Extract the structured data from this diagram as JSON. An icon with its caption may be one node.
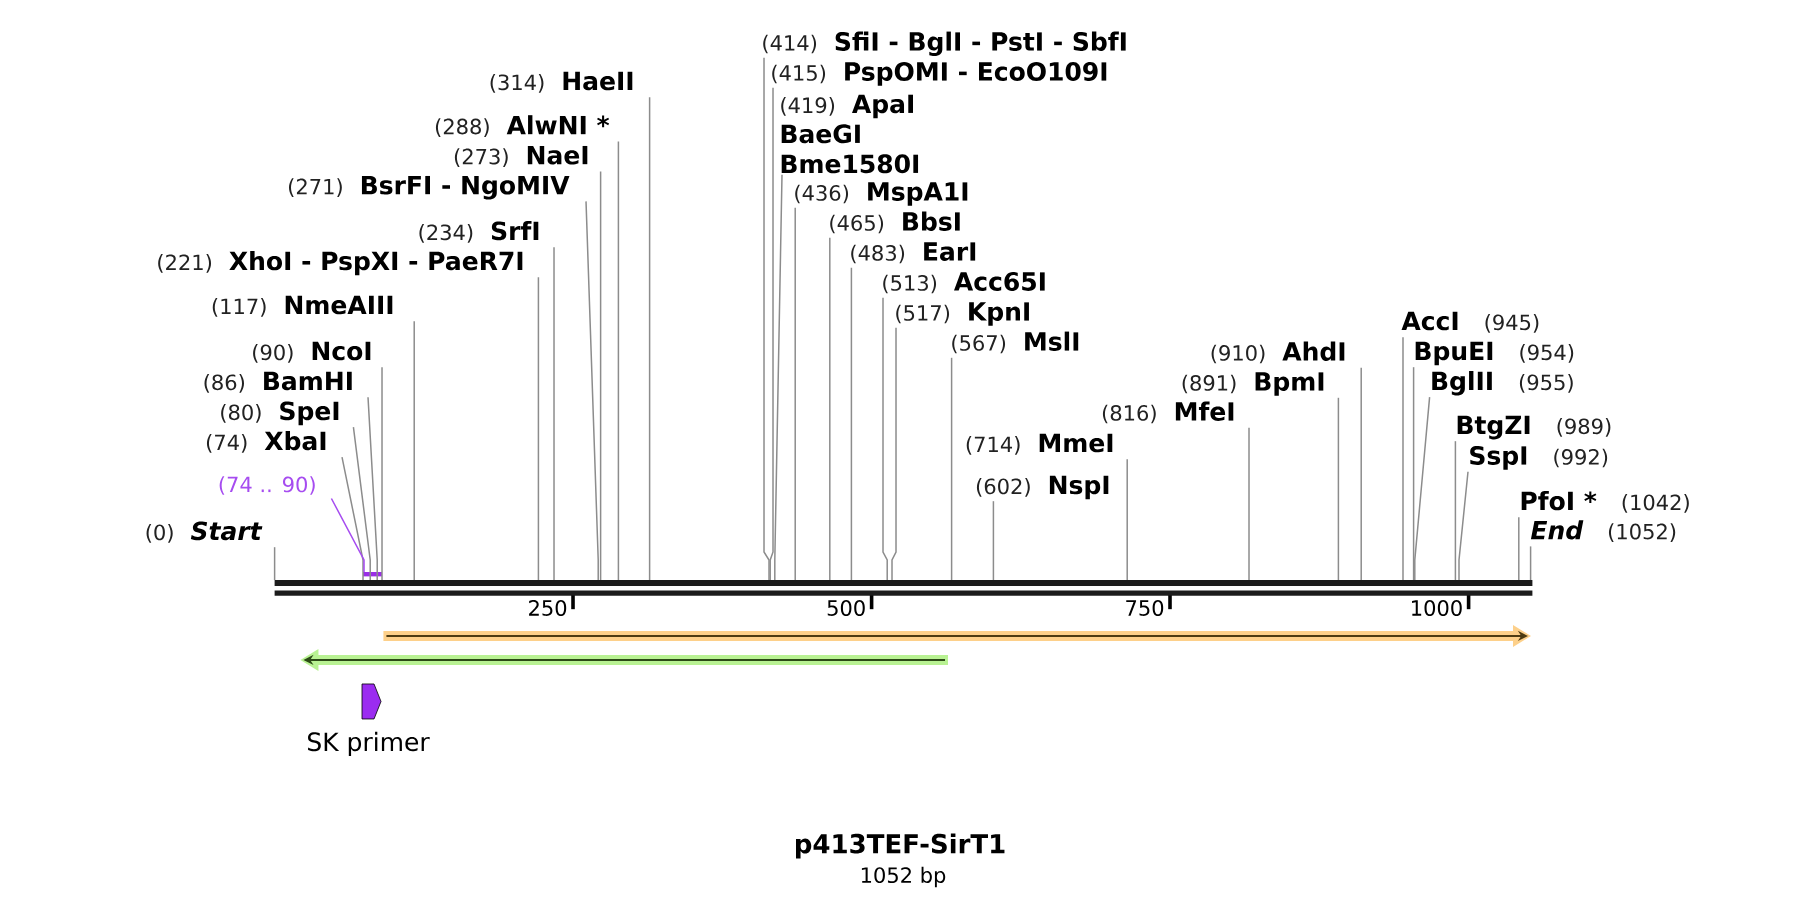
{
  "diagram": {
    "title": "p413TEF-SirT1",
    "caption": "1052 bp",
    "nodes": [
      {
        "text": [
          "(314)",
          "HaeII"
        ]
      },
      {
        "text": [
          "(288)",
          "AlwNI *"
        ]
      },
      {
        "text": [
          "(273)",
          "NaeI"
        ]
      },
      {
        "text": [
          "(517)",
          "KpnI"
        ]
      },
      {
        "text": [
          "(271)",
          "BsrFI - NgoMIV"
        ]
      },
      {
        "text": [
          "(513)",
          "Acc65I"
        ]
      },
      {
        "text": [
          "(234)",
          "SrfI"
        ]
      },
      {
        "text": [
          "(483)",
          "EarI"
        ]
      },
      {
        "text": [
          "(221)",
          "XhoI - PspXI - PaeR7I"
        ]
      },
      {
        "text": [
          "(465)",
          "BbsI"
        ]
      },
      {
        "text": [
          "(117)",
          "NmeAIII"
        ]
      },
      {
        "text": [
          "(436)",
          "MspA1I"
        ]
      },
      {
        "text": [
          "AccI",
          "(945)"
        ]
      },
      {
        "text": [
          "(90)",
          "NcoI"
        ]
      },
      {
        "text": [
          "BpuEI",
          "(954)"
        ]
      },
      {
        "text": [
          "(86)",
          "BamHI"
        ]
      },
      {
        "text": [
          "BglII",
          "(955)"
        ]
      },
      {
        "text": [
          "(80)",
          "SpeI"
        ]
      },
      {
        "text": [
          "(419)",
          "ApaI",
          "BaeGI",
          "Bme1580I"
        ]
      },
      {
        "text": [
          "BtgZI",
          "(989)"
        ]
      },
      {
        "text": [
          "(74)",
          "XbaI"
        ]
      },
      {
        "text": [
          "(714)",
          "MmeI"
        ]
      },
      {
        "text": [
          "(910)",
          "AhdI"
        ]
      },
      {
        "text": [
          "SspI",
          "(992)"
        ]
      },
      {
        "text": [
          "(74 .. 90)"
        ]
      },
      {
        "text": [
          "(602)",
          "NspI"
        ]
      },
      {
        "text": [
          "(891)",
          "BpmI"
        ]
      },
      {
        "text": [
          "(415)",
          "PspOMI - EcoO109I"
        ]
      },
      {
        "text": [
          "PfoI *",
          "(1042)"
        ]
      },
      {
        "text": [
          "(0)",
          "Start"
        ]
      },
      {
        "text": [
          "(414)",
          "SfiI - BglI - PstI - SbfI"
        ]
      },
      {
        "text": [
          "(567)",
          "MslI"
        ]
      },
      {
        "text": [
          "(816)",
          "MfeI"
        ]
      },
      {
        "text": [
          "End",
          "(1052)"
        ]
      },
      {
        "text": [],
        "shape": "bar"
      },
      {
        "text": [],
        "shape": "bar"
      },
      {
        "text": [],
        "shape": "arrow"
      },
      {
        "text": [],
        "shape": "arrow"
      },
      {
        "text": [
          "SK primer"
        ]
      }
    ],
    "edges": [
      {
        "from": 0,
        "to": 35,
        "arrow": "none"
      },
      {
        "from": 1,
        "to": 35,
        "arrow": "none"
      },
      {
        "from": 2,
        "to": 35,
        "arrow": "none"
      },
      {
        "from": 3,
        "to": 35,
        "arrow": "none"
      },
      {
        "from": 4,
        "to": 35,
        "arrow": "none"
      },
      {
        "from": 5,
        "to": 35,
        "arrow": "none"
      },
      {
        "from": 6,
        "to": 35,
        "arrow": "none"
      },
      {
        "from": 7,
        "to": 35,
        "arrow": "none"
      },
      {
        "from": 8,
        "to": 35,
        "arrow": "none"
      },
      {
        "from": 9,
        "to": 35,
        "arrow": "none"
      },
      {
        "from": 10,
        "to": 35,
        "arrow": "none"
      },
      {
        "from": 11,
        "to": 35,
        "arrow": "none"
      },
      {
        "from": 12,
        "to": 35,
        "arrow": "none"
      },
      {
        "from": 13,
        "to": 35,
        "arrow": "none"
      },
      {
        "from": 14,
        "to": 35,
        "arrow": "none"
      },
      {
        "from": 15,
        "to": 35,
        "arrow": "none"
      },
      {
        "from": 16,
        "to": 35,
        "arrow": "none"
      },
      {
        "from": 17,
        "to": 35,
        "arrow": "none"
      },
      {
        "from": 18,
        "to": 35,
        "arrow": "none"
      },
      {
        "from": 19,
        "to": 35,
        "arrow": "none"
      },
      {
        "from": 20,
        "to": 35,
        "arrow": "none"
      },
      {
        "from": 21,
        "to": 35,
        "arrow": "none"
      },
      {
        "from": 22,
        "to": 35,
        "arrow": "none"
      },
      {
        "from": 23,
        "to": 35,
        "arrow": "none"
      },
      {
        "from": 24,
        "to": 34,
        "arrow": "none",
        "color": "#a64cf0"
      },
      {
        "from": 25,
        "to": 35,
        "arrow": "none"
      },
      {
        "from": 26,
        "to": 35,
        "arrow": "none"
      },
      {
        "from": 27,
        "to": 35,
        "arrow": "none"
      },
      {
        "from": 28,
        "to": 35,
        "arrow": "none"
      },
      {
        "from": 29,
        "to": 35,
        "arrow": "none"
      },
      {
        "from": 30,
        "to": 35,
        "arrow": "none"
      },
      {
        "from": 31,
        "to": 35,
        "arrow": "none"
      },
      {
        "from": 32,
        "to": 35,
        "arrow": "none"
      },
      {
        "from": 33,
        "to": 35,
        "arrow": "none"
      }
    ],
    "labels": [
      "250",
      "500",
      "750",
      "1000"
    ]
  }
}
